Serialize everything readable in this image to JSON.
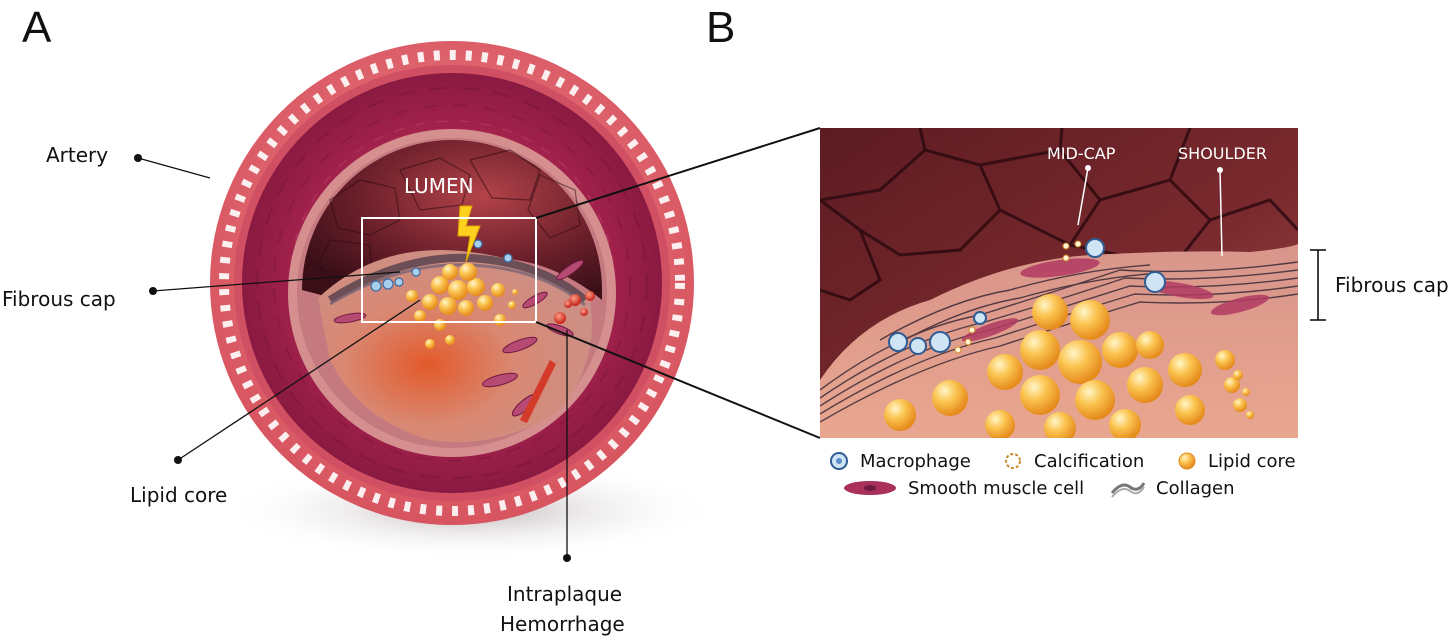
{
  "panels": {
    "a": "A",
    "b": "B"
  },
  "labels": {
    "artery": "Artery",
    "fibrous_cap_a": "Fibrous cap",
    "lipid_core": "Lipid core",
    "hemorrhage_line1": "Intraplaque",
    "hemorrhage_line2": "Hemorrhage",
    "lumen": "LUMEN",
    "mid_cap": "MID-CAP",
    "shoulder": "SHOULDER",
    "fibrous_cap_b": "Fibrous cap"
  },
  "legend": {
    "macrophage": "Macrophage",
    "calcification": "Calcification",
    "lipid_core": "Lipid core",
    "smooth_muscle_cell": "Smooth muscle cell",
    "collagen": "Collagen"
  },
  "colors": {
    "artery_outer": "#e9727a",
    "artery_media": "#a9244f",
    "artery_dark": "#7c1537",
    "lumen": "#5a1a25",
    "plaque": "#d99d8f",
    "lipid": "#f7b23b",
    "macrophage": "#9fc6e8",
    "lightning": "#ffd21f",
    "hemorrhage": "#d9372c"
  }
}
